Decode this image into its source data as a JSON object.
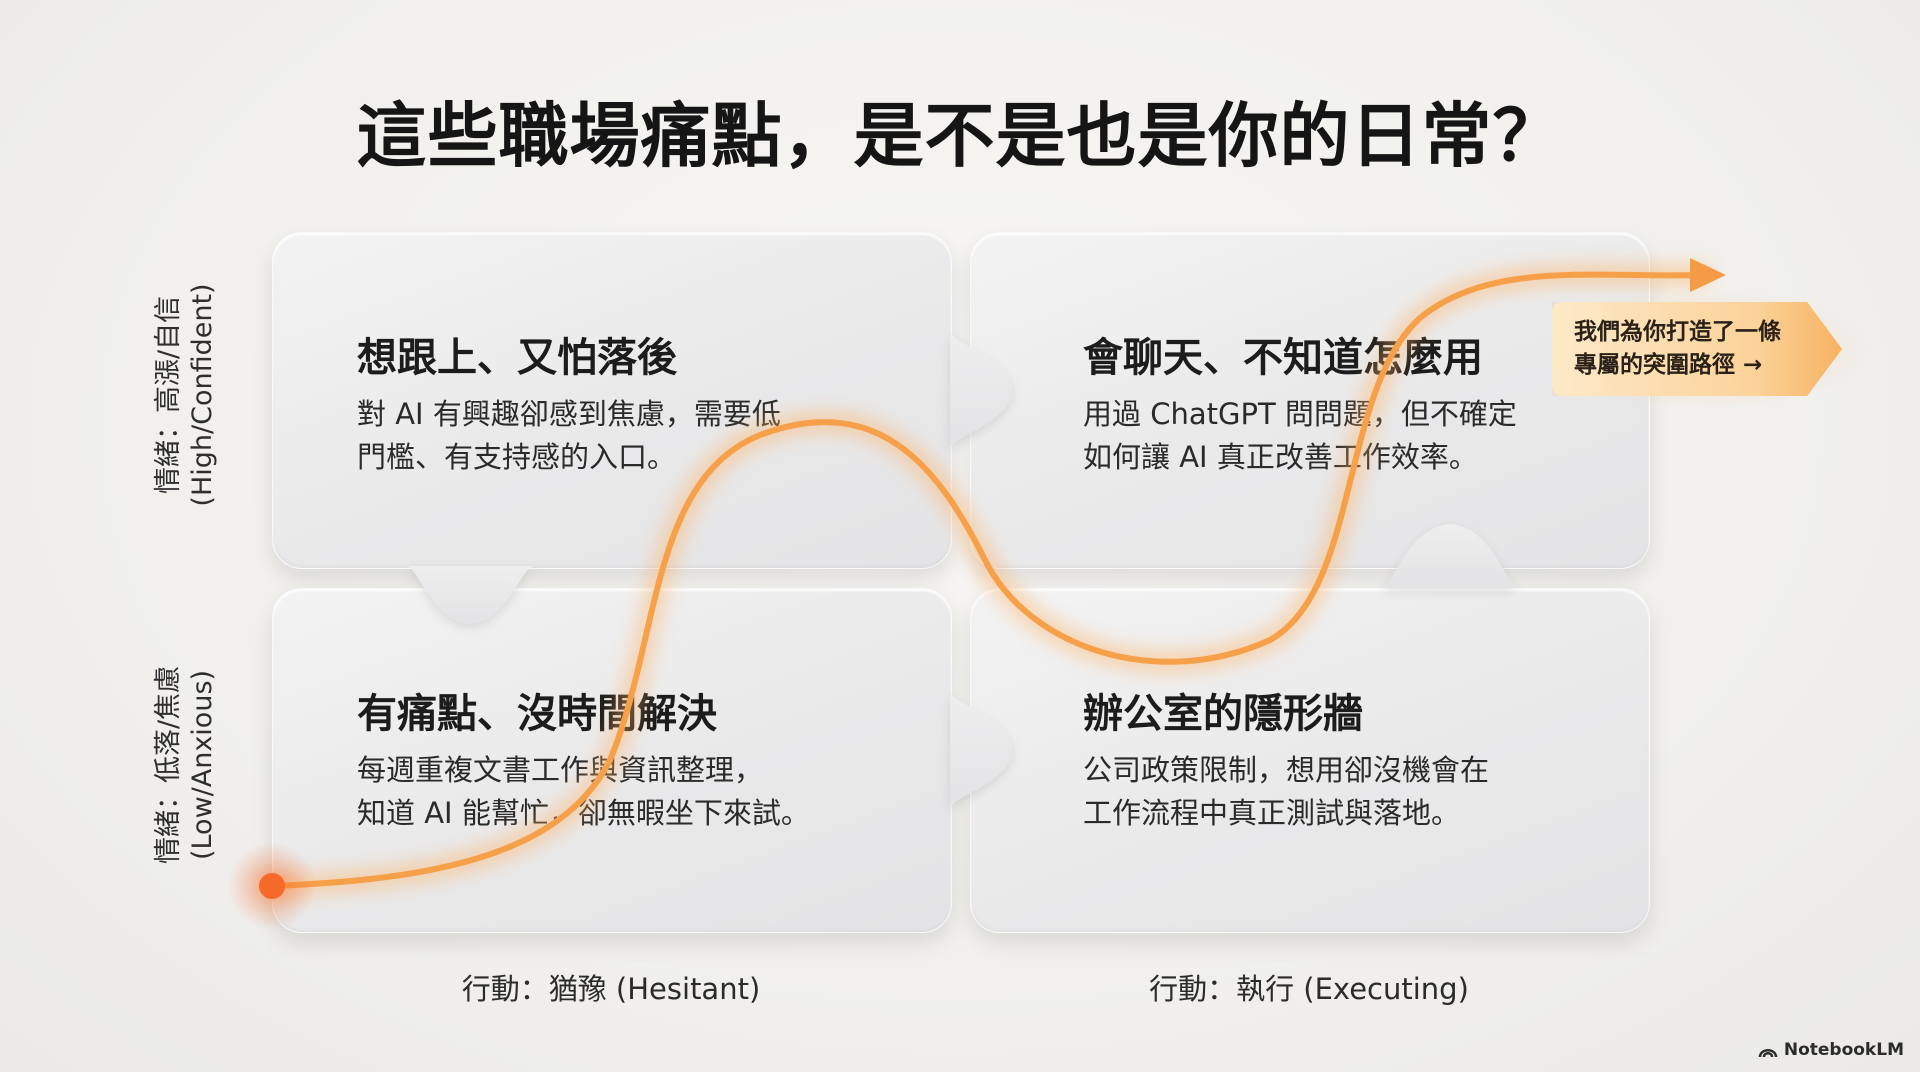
{
  "title": "這些職場痛點，是不是也是你的日常？",
  "quadrants": {
    "top_left": {
      "heading": "想跟上、又怕落後",
      "body_lines": [
        "對 AI 有興趣卻感到焦慮，需要低",
        "門檻、有支持感的入口。"
      ]
    },
    "top_right": {
      "heading": "會聊天、不知道怎麼用",
      "body_lines": [
        "用過 ChatGPT 問問題，但不確定",
        "如何讓 AI 真正改善工作效率。"
      ]
    },
    "bottom_left": {
      "heading": "有痛點、沒時間解決",
      "body_lines": [
        "每週重複文書工作與資訊整理，",
        "知道 AI 能幫忙，卻無暇坐下來試。"
      ]
    },
    "bottom_right": {
      "heading": "辦公室的隱形牆",
      "body_lines": [
        "公司政策限制，想用卻沒機會在",
        "工作流程中真正測試與落地。"
      ]
    }
  },
  "axes": {
    "y_high": [
      "情緒：高漲/自信",
      "(High/Confident)"
    ],
    "y_low": [
      "情緒：低落/焦慮",
      "(Low/Anxious)"
    ],
    "x_hesitant": "行動：猶豫 (Hesitant)",
    "x_executing": "行動：執行 (Executing)"
  },
  "callout": {
    "lines": [
      "我們為你打造了一條",
      "專屬的突圍路徑 →"
    ]
  },
  "watermark": {
    "text": "NotebookLM",
    "icon": "notebooklm-logo-icon"
  },
  "colors": {
    "path_orange": "#f7a04a",
    "start_dot": "#f56a2a",
    "callout_fill": "#fbd39a"
  }
}
